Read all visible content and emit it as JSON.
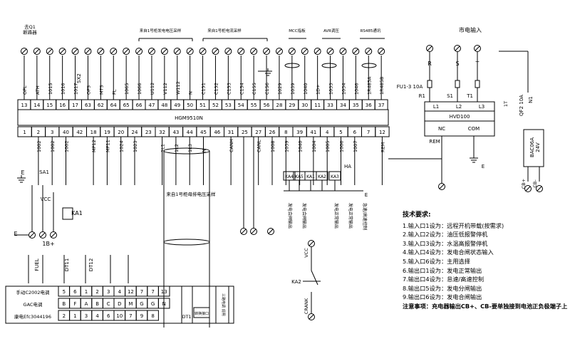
{
  "controller": {
    "model": "HGM9510N",
    "top_terminals": [
      "13",
      "14",
      "15",
      "16",
      "17",
      "63",
      "62",
      "64",
      "65",
      "66",
      "47",
      "48",
      "49",
      "50",
      "51",
      "52",
      "53",
      "54",
      "55",
      "56",
      "28",
      "29",
      "30",
      "11",
      "33",
      "34",
      "35",
      "36",
      "37"
    ],
    "bottom_terminals": [
      "1",
      "2",
      "3",
      "40",
      "42",
      "18",
      "19",
      "20",
      "24",
      "23",
      "32",
      "43",
      "44",
      "45",
      "46",
      "31",
      "25",
      "27",
      "26",
      "8",
      "39",
      "41",
      "4",
      "5",
      "6",
      "7",
      "12"
    ]
  },
  "top_wires": [
    "OPL",
    "ATH",
    "1015",
    "1016",
    "1017",
    "OPS",
    "MTS",
    "FL",
    "1065",
    "1066",
    "U112",
    "V112",
    "W112",
    "N",
    "C151",
    "C152",
    "C153",
    "C154",
    "C155",
    "C156",
    "1029",
    "1039",
    "1040",
    "1D+",
    "1033",
    "1034",
    "1046",
    "1R485A",
    "1R485B"
  ],
  "top_labels": {
    "breaker": "去Q1\n断路器",
    "gen_voltage": "来自1号柜发电电压采样",
    "gen_current": "来自1号柜电流采样",
    "mcc": "MCC指板",
    "avr": "AVR调压",
    "rs485": "RS485通讯",
    "sx2": "SX2",
    "busbar_voltage": "来自1号柜母排电压采样"
  },
  "bottom_wires": [
    "1002",
    "1002",
    "1002",
    "MP12",
    "MP11",
    "1024",
    "1023",
    "1L1",
    "1L2",
    "1L3",
    "N",
    "CANH",
    "CANL",
    "1008",
    "1039",
    "1040",
    "1004",
    "1005",
    "1006",
    "1007",
    "REM"
  ],
  "left_panel": {
    "sa1": "SA1",
    "vcc": "VCC",
    "ka1": "KA1",
    "e": "E",
    "plus_1b": "1B+",
    "fuel": "FUEL",
    "dt11": "DT11",
    "dt12": "DT12",
    "dt1": "DT1",
    "e1": "E",
    "e2": "E"
  },
  "terminal_table": {
    "rows": [
      {
        "label": "手动C2002电调",
        "cells": [
          "5",
          "6",
          "1",
          "2",
          "3",
          "4",
          "12",
          "7",
          "7",
          "13"
        ]
      },
      {
        "label": "GAC电调",
        "cells": [
          "B",
          "F",
          "A",
          "B",
          "C",
          "D",
          "M",
          "G",
          "G",
          "N"
        ]
      },
      {
        "label": "康电Efc3044196",
        "cells": [
          "2",
          "1",
          "3",
          "4",
          "6",
          "10",
          "7",
          "9",
          "8"
        ]
      }
    ],
    "side_label": "三路电调 说明",
    "box_label": "转换接口"
  },
  "relays": [
    "KA4",
    "KA5",
    "KA1",
    "KA2",
    "KA3"
  ],
  "relay_e": "E",
  "ha": "HA",
  "relay_notes": [
    "发电合闸输出",
    "发电合闸输出",
    "发电正常输出",
    "发电正常输出",
    "急速/高速控制"
  ],
  "ka2_block": {
    "vcc": "VCC",
    "ka2": "KA2",
    "crank": "CRANK"
  },
  "mains": {
    "title": "市电输入",
    "phases": [
      "R",
      "S",
      "T"
    ],
    "fuse": "FU1-3 10A",
    "fuse_out": [
      "R1",
      "S1",
      "T1"
    ],
    "module": "HVD100",
    "inputs": [
      "L1",
      "L2",
      "L3"
    ],
    "outputs": [
      "NC",
      "COM"
    ],
    "rem": "REM",
    "e": "E",
    "qf": "QF2 10A",
    "qf_num": "1T",
    "charger": "BAC06A\n24V",
    "n1": "N1",
    "cb_plus": "CB+",
    "cb_minus": "CB-"
  },
  "requirements": {
    "title": "技术要求:",
    "items": [
      "1.输入口1设为：远程开机带载(按需求)",
      "2.输入口2设为：油压低报警停机",
      "3.输入口3设为：水温高报警停机",
      "4.输入口4设为：发电合闸状态输入",
      "5.输入口6设为：主用选择",
      "6.输出口1设为：发电正常输出",
      "7.输出口4设为：怠速/高速控制",
      "8.输出口5设为：发电分闸输出",
      "9.输出口6设为：发电合闸输出"
    ],
    "note": "注意事项：充电器输出CB+、CB-要单独接到电池正负极端子上"
  },
  "colors": {
    "line": "#000000",
    "background": "#ffffff"
  }
}
